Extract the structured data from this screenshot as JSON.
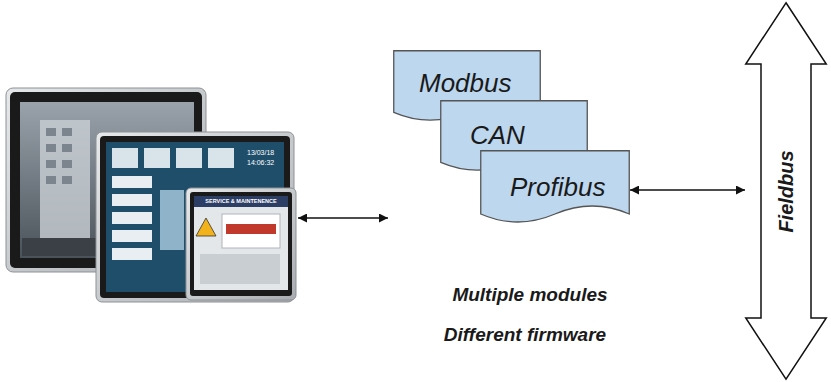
{
  "diagram": {
    "nodes": [
      {
        "text": [
          "Modbus"
        ]
      },
      {
        "text": [
          "CAN"
        ]
      },
      {
        "text": [
          "Profibus"
        ]
      },
      {
        "text": [
          "Fieldbus"
        ]
      }
    ],
    "edges": [
      {
        "from": 2,
        "to": 3,
        "arrow": "both"
      }
    ],
    "labels": [
      "Multiple modules",
      "Different firmware",
      "13/03/18",
      "14:06:32",
      "SERVICE & MAINTENENCE"
    ]
  }
}
